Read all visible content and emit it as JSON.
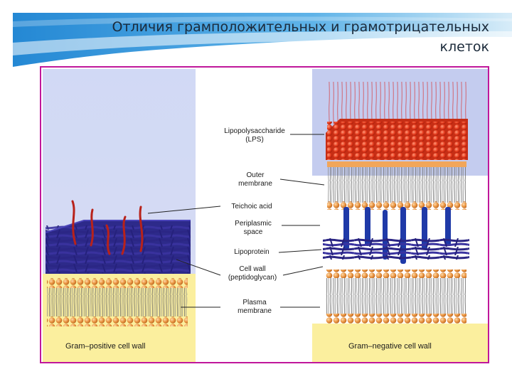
{
  "slide": {
    "title": "Отличия грамположительных и грамотрицательных клеток"
  },
  "diagram": {
    "labels": {
      "lps": "Lipopolysaccharide (LPS)",
      "outer_membrane": "Outer membrane",
      "teichoic_acid": "Teichoic acid",
      "periplasmic_space": "Periplasmic space",
      "lipoprotein": "Lipoprotein",
      "cell_wall": "Cell wall (peptidoglycan)",
      "plasma_membrane": "Plasma membrane"
    },
    "captions": {
      "gram_positive": "Gram–positive cell wall",
      "gram_negative": "Gram–negative cell wall"
    }
  },
  "colors": {
    "frame_border": "#c0179b",
    "header_blue": "#2e8fd6",
    "lps_red": "#e0381c",
    "lipid_orange": "#e89a4e",
    "peptidoglycan_navy": "#2d2a8a",
    "teichoic_red": "#b8221a",
    "yellow_base": "#fbef9e"
  }
}
